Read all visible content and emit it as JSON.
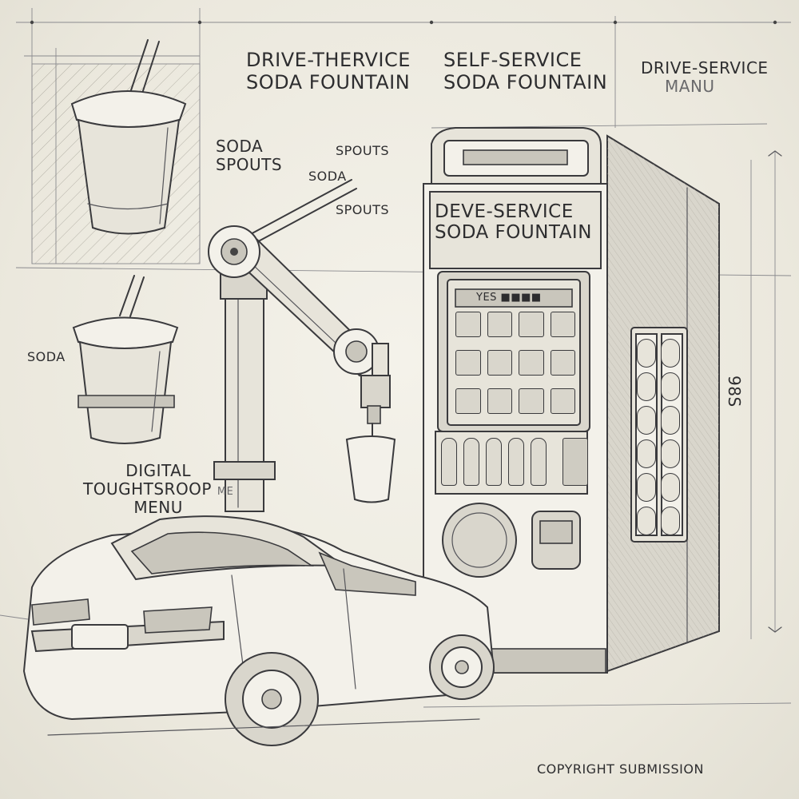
{
  "labels": {
    "top_left_title": [
      "DRIVE-THERVICE",
      "SODA FOUNTAIN"
    ],
    "top_center_title": [
      "SELF-SERVICE",
      "SODA FOUNTAIN"
    ],
    "top_right_title": [
      "DRIVE-SERVICE",
      "MANU"
    ],
    "soda_spouts_a": [
      "SODA",
      "SPOUTS"
    ],
    "spouts_b": "SPOUTS",
    "soda_b": "SODA",
    "spouts_c": "SPOUTS",
    "machine_sign": [
      "DEVE-SERVICE",
      "SODA FOUNTAIN"
    ],
    "screen_header": "YES ■■■■",
    "soda_left": "SODA",
    "digital_menu": [
      "DIGITAL",
      "TOUGHTSROOP",
      "MENU"
    ],
    "digital_menu_suffix": "ME",
    "dimension_right": "98S",
    "copyright": "COPYRIGHT SUBMISSION"
  },
  "icons": [
    "cup-icon",
    "robot-arm-icon",
    "car-icon",
    "vending-machine-icon"
  ],
  "colors": {
    "ink": "#3a3a3d",
    "paper": "#efece2"
  }
}
